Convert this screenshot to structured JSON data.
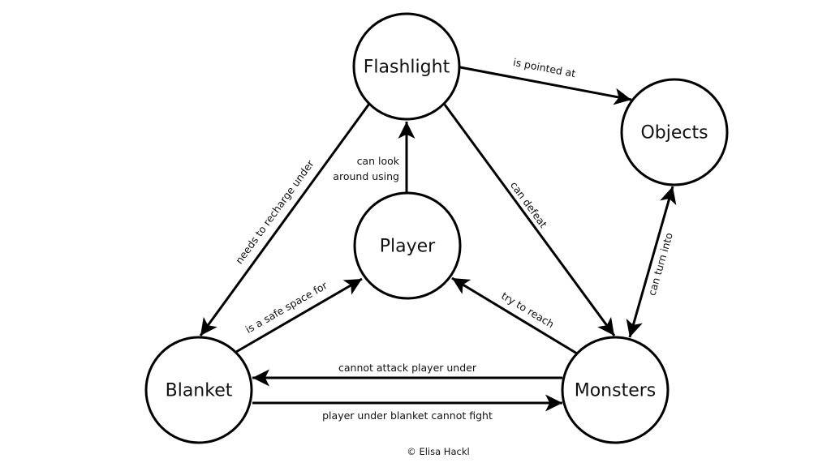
{
  "diagram": {
    "type": "concept-map",
    "nodes": [
      {
        "id": "flashlight",
        "label": "Flashlight"
      },
      {
        "id": "objects",
        "label": "Objects"
      },
      {
        "id": "player",
        "label": "Player"
      },
      {
        "id": "blanket",
        "label": "Blanket"
      },
      {
        "id": "monsters",
        "label": "Monsters"
      }
    ],
    "edges": [
      {
        "id": "flashlight-objects",
        "from": "flashlight",
        "to": "objects",
        "label": [
          "is pointed at"
        ],
        "direction": "forward"
      },
      {
        "id": "flashlight-blanket",
        "from": "flashlight",
        "to": "blanket",
        "label": [
          "needs to recharge under"
        ],
        "direction": "forward"
      },
      {
        "id": "player-flashlight",
        "from": "player",
        "to": "flashlight",
        "label": [
          "can look",
          "around using"
        ],
        "direction": "forward"
      },
      {
        "id": "flashlight-monsters",
        "from": "flashlight",
        "to": "monsters",
        "label": [
          "can defeat"
        ],
        "direction": "forward"
      },
      {
        "id": "objects-monsters",
        "from": "objects",
        "to": "monsters",
        "label": [
          "can turn into"
        ],
        "direction": "both"
      },
      {
        "id": "blanket-player",
        "from": "blanket",
        "to": "player",
        "label": [
          "is a safe space for"
        ],
        "direction": "forward"
      },
      {
        "id": "monsters-player",
        "from": "monsters",
        "to": "player",
        "label": [
          "try to reach"
        ],
        "direction": "forward"
      },
      {
        "id": "monsters-blanket",
        "from": "monsters",
        "to": "blanket",
        "label": [
          "cannot attack player under"
        ],
        "direction": "forward"
      },
      {
        "id": "blanket-monsters",
        "from": "blanket",
        "to": "monsters",
        "label": [
          "player under blanket cannot fight"
        ],
        "direction": "forward"
      }
    ]
  },
  "copyright": "© Elisa Hackl",
  "colors": {
    "stroke": "#000000",
    "background": "#ffffff"
  }
}
